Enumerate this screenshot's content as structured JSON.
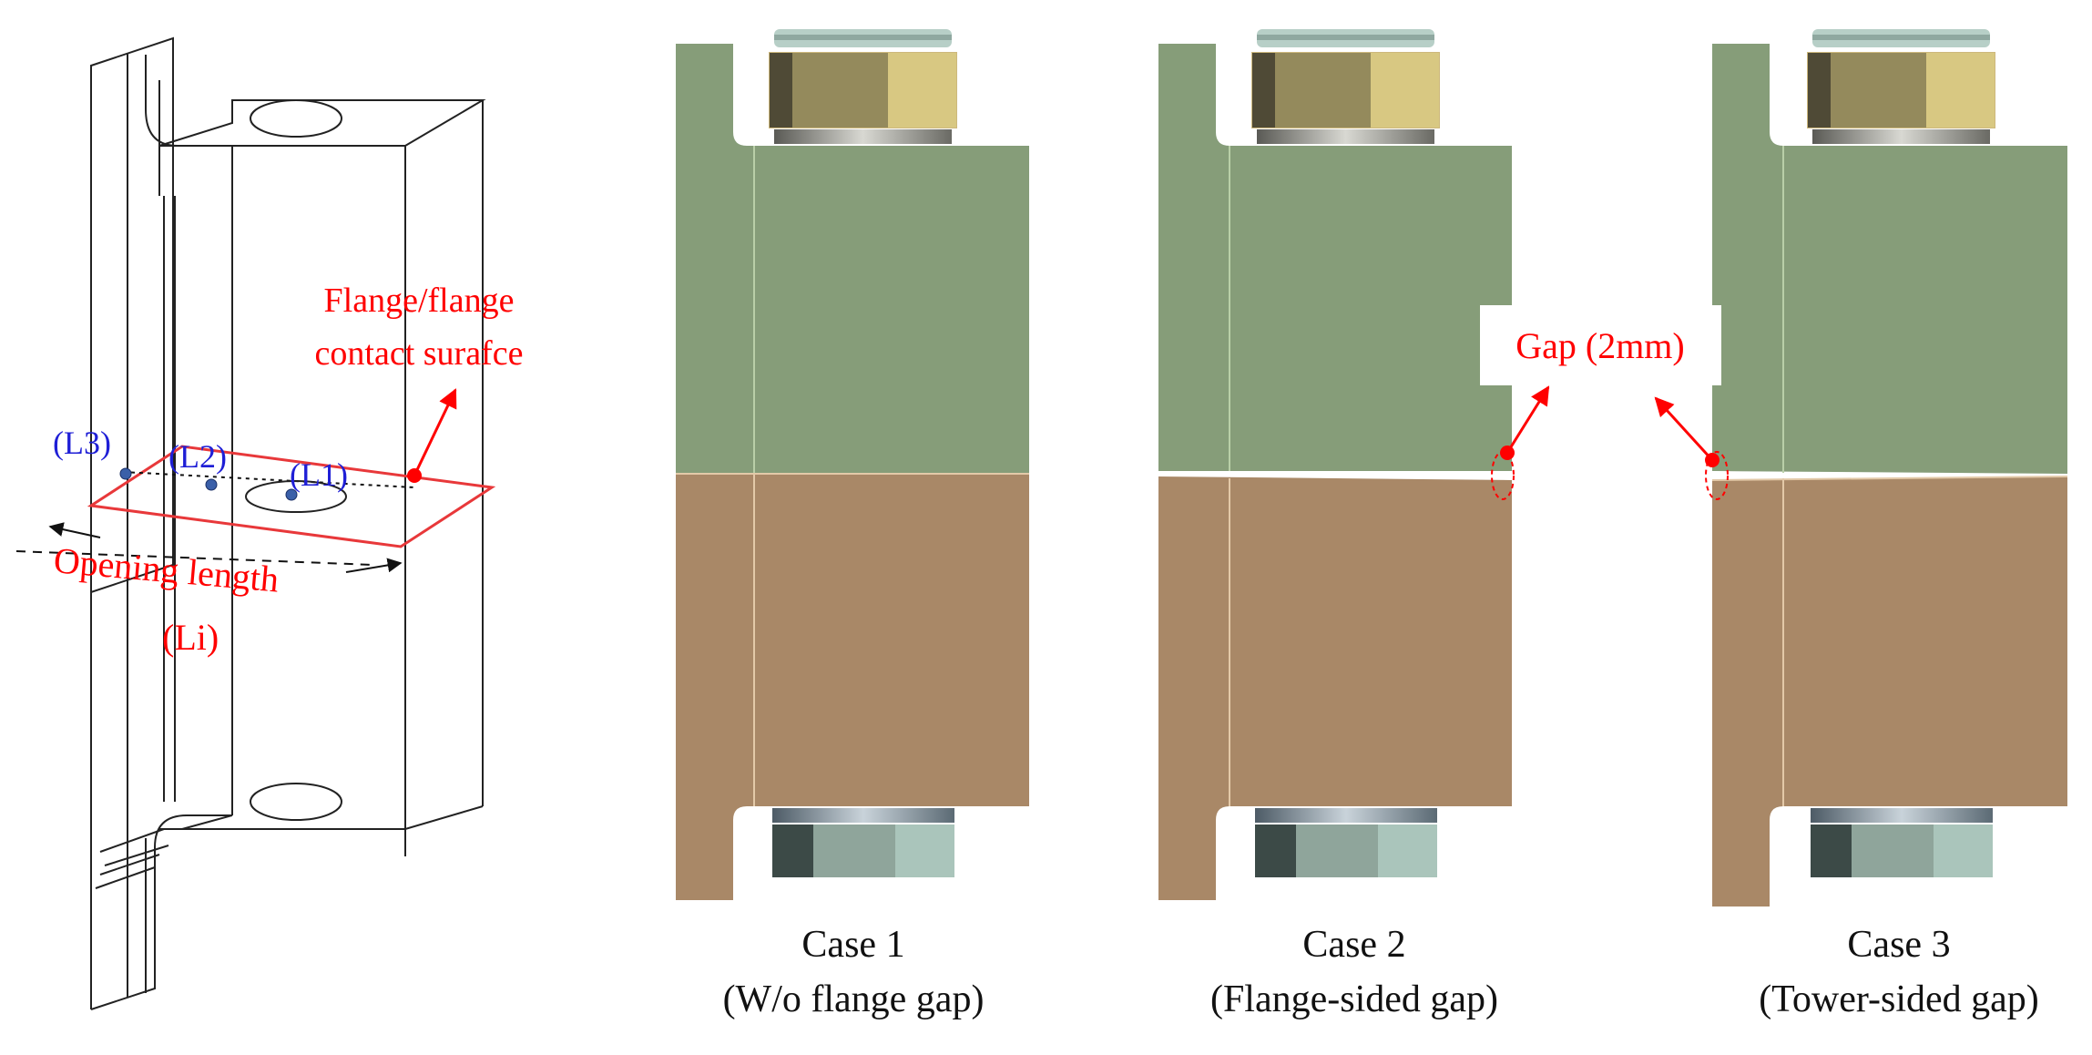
{
  "iso_view": {
    "annotation": [
      "Flange/flange",
      "contact surafce"
    ],
    "points": [
      "(L3)",
      "(L2)",
      "(L1)"
    ],
    "dimension": [
      "Opening length",
      "(Li)"
    ]
  },
  "gap_label": "Gap (2mm)",
  "cases": [
    {
      "title": "Case 1",
      "subtitle": "(W/o flange gap)"
    },
    {
      "title": "Case 2",
      "subtitle": "(Flange-sided gap)"
    },
    {
      "title": "Case 3",
      "subtitle": "(Tower-sided gap)"
    }
  ],
  "colors": {
    "upper_flange": "#869d79",
    "lower_flange": "#a98867",
    "annotation": "#ff0000",
    "points": "#1f1fd6",
    "nut_gold": "#a89966",
    "bolt_head_teal": "#8fa59b"
  }
}
